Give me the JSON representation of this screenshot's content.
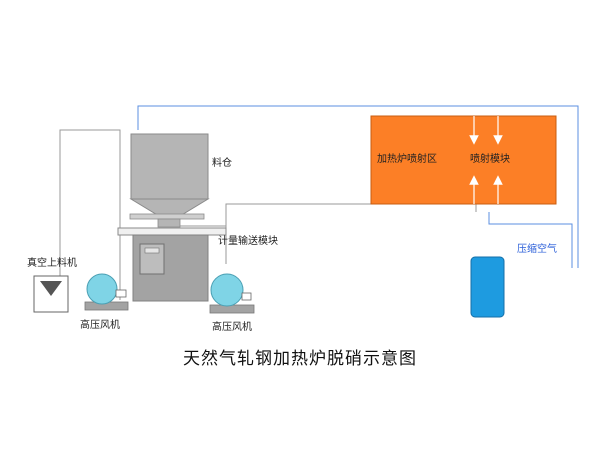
{
  "labels": {
    "material_bin": "料仓",
    "furnace_zone": "加热炉喷射区",
    "spray_module": "喷射模块",
    "metering_module": "计量输送模块",
    "vacuum_loader": "真空上料机",
    "blower_left": "高压风机",
    "blower_right": "高压风机",
    "compressed_air": "压缩空气"
  },
  "caption": "天然气轧钢加热炉脱硝示意图",
  "colors": {
    "furnace_fill": "#fc7f26",
    "hopper_fill": "#b5b5b5",
    "machine_fill": "#a3a3a3",
    "blower_fill": "#7fd4e6",
    "tank_fill": "#1e9be0",
    "blue_line": "#5b8fe0",
    "pipe_line": "#9a9a9a"
  }
}
